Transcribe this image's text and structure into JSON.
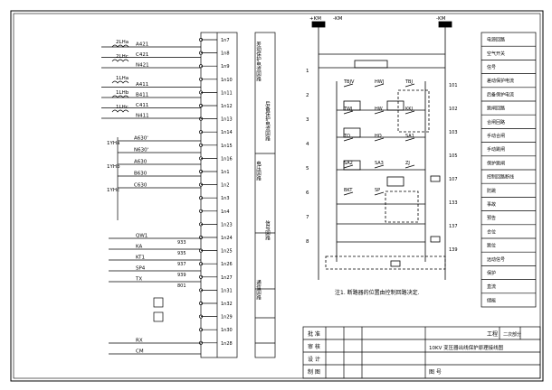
{
  "left_panel": {
    "ct_labels": [
      "2LHa",
      "2LHc",
      "1LHa",
      "1LHb",
      "1LHc"
    ],
    "current_nets": [
      "A421",
      "C421",
      "N421",
      "A411",
      "B411",
      "C411",
      "N411"
    ],
    "vt_labels": [
      "1YHa",
      "1YHb",
      "1YHc"
    ],
    "voltage_nets": [
      "A630'",
      "N630'",
      "A630",
      "B630",
      "C630"
    ],
    "terminal_ids": [
      "1n7",
      "1n8",
      "1n9",
      "1n10",
      "1n11",
      "1n12",
      "1n13",
      "1n14",
      "1n15",
      "1n16",
      "1n1",
      "1n2",
      "1n3",
      "1n4",
      "1n23",
      "1n24",
      "1n25",
      "1n26",
      "1n27",
      "1n31",
      "1n32",
      "1n29",
      "1n30",
      "1n28"
    ],
    "switch_labels": [
      "QW1",
      "KA",
      "KT1",
      "SP4",
      "TX",
      "RX",
      "CM"
    ],
    "wire_numbers": [
      "933",
      "935",
      "937",
      "939",
      "801"
    ],
    "function_text": [
      "差动保护电流回路",
      "后备保护电流回路",
      "电压回路",
      "信号回路",
      "通信回路"
    ]
  },
  "right_panel": {
    "bus_labels": [
      "+KM",
      "-KM",
      "-KM"
    ],
    "relay_labels": [
      "TBJV",
      "HWJ",
      "TBJ",
      "TWJ",
      "HW",
      "KKJ",
      "TQ",
      "HQ",
      "SA1",
      "SA2",
      "SA3",
      "ZJ",
      "BKT",
      "SP"
    ],
    "element_labels": [
      "1",
      "2",
      "3",
      "4",
      "5",
      "6",
      "7",
      "8"
    ],
    "wire_numbers": [
      "101",
      "102",
      "103",
      "105",
      "107",
      "133",
      "137",
      "139"
    ],
    "legend_items": [
      "电源回路",
      "空气开关",
      "信号",
      "差动保护电流",
      "后备保护电流",
      "跳闸回路",
      "合闸回路",
      "手动合闸",
      "手动跳闸",
      "保护跳闸",
      "控制回路断线",
      "防跳",
      "事故",
      "预告",
      "合位",
      "跳位",
      "远动信号",
      "保护",
      "直流",
      "储能"
    ],
    "note": "注1. 断路器的位置由控制回路决定."
  },
  "title_block": {
    "project": "工程",
    "stage": "二次部分",
    "drawing_title": "10KV 变压器出线保护原理接线图",
    "roles": [
      "批 准",
      "审 核",
      "设 计",
      "制 图"
    ],
    "drawing_no_label": "图 号"
  }
}
